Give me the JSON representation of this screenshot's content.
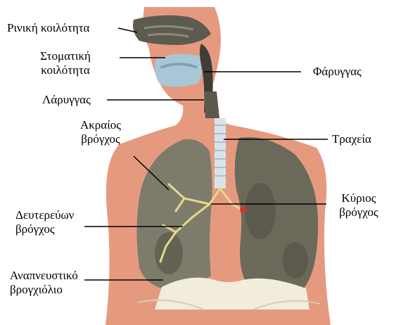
{
  "diagram": {
    "labels": {
      "nasal_cavity": "Ρινική κοιλότητα",
      "oral_cavity_line1": "Στοματική",
      "oral_cavity_line2": "κοιλότητα",
      "larynx": "Λάρυγγας",
      "pharynx": "Φάρυγγας",
      "terminal_bronchus_line1": "Ακραίος",
      "terminal_bronchus_line2": "βρόγχος",
      "trachea": "Τραχεία",
      "secondary_bronchus_line1": "Δευτερεύων",
      "secondary_bronchus_line2": "βρόγχος",
      "main_bronchus_line1": "Κύριος",
      "main_bronchus_line2": "βρόγχος",
      "respiratory_bronchiole_line1": "Αναπνευστικό",
      "respiratory_bronchiole_line2": "βρογχιόλιο"
    },
    "colors": {
      "skin": "#e59a80",
      "lung": "#7d7c6c",
      "lung_dark": "#4f4e42",
      "airway": "#d9e4ea",
      "mouth": "#a9c6d6",
      "bronchi": "#e6d88a",
      "diaphragm": "#f2ecdc",
      "leader_line": "#000000"
    }
  }
}
